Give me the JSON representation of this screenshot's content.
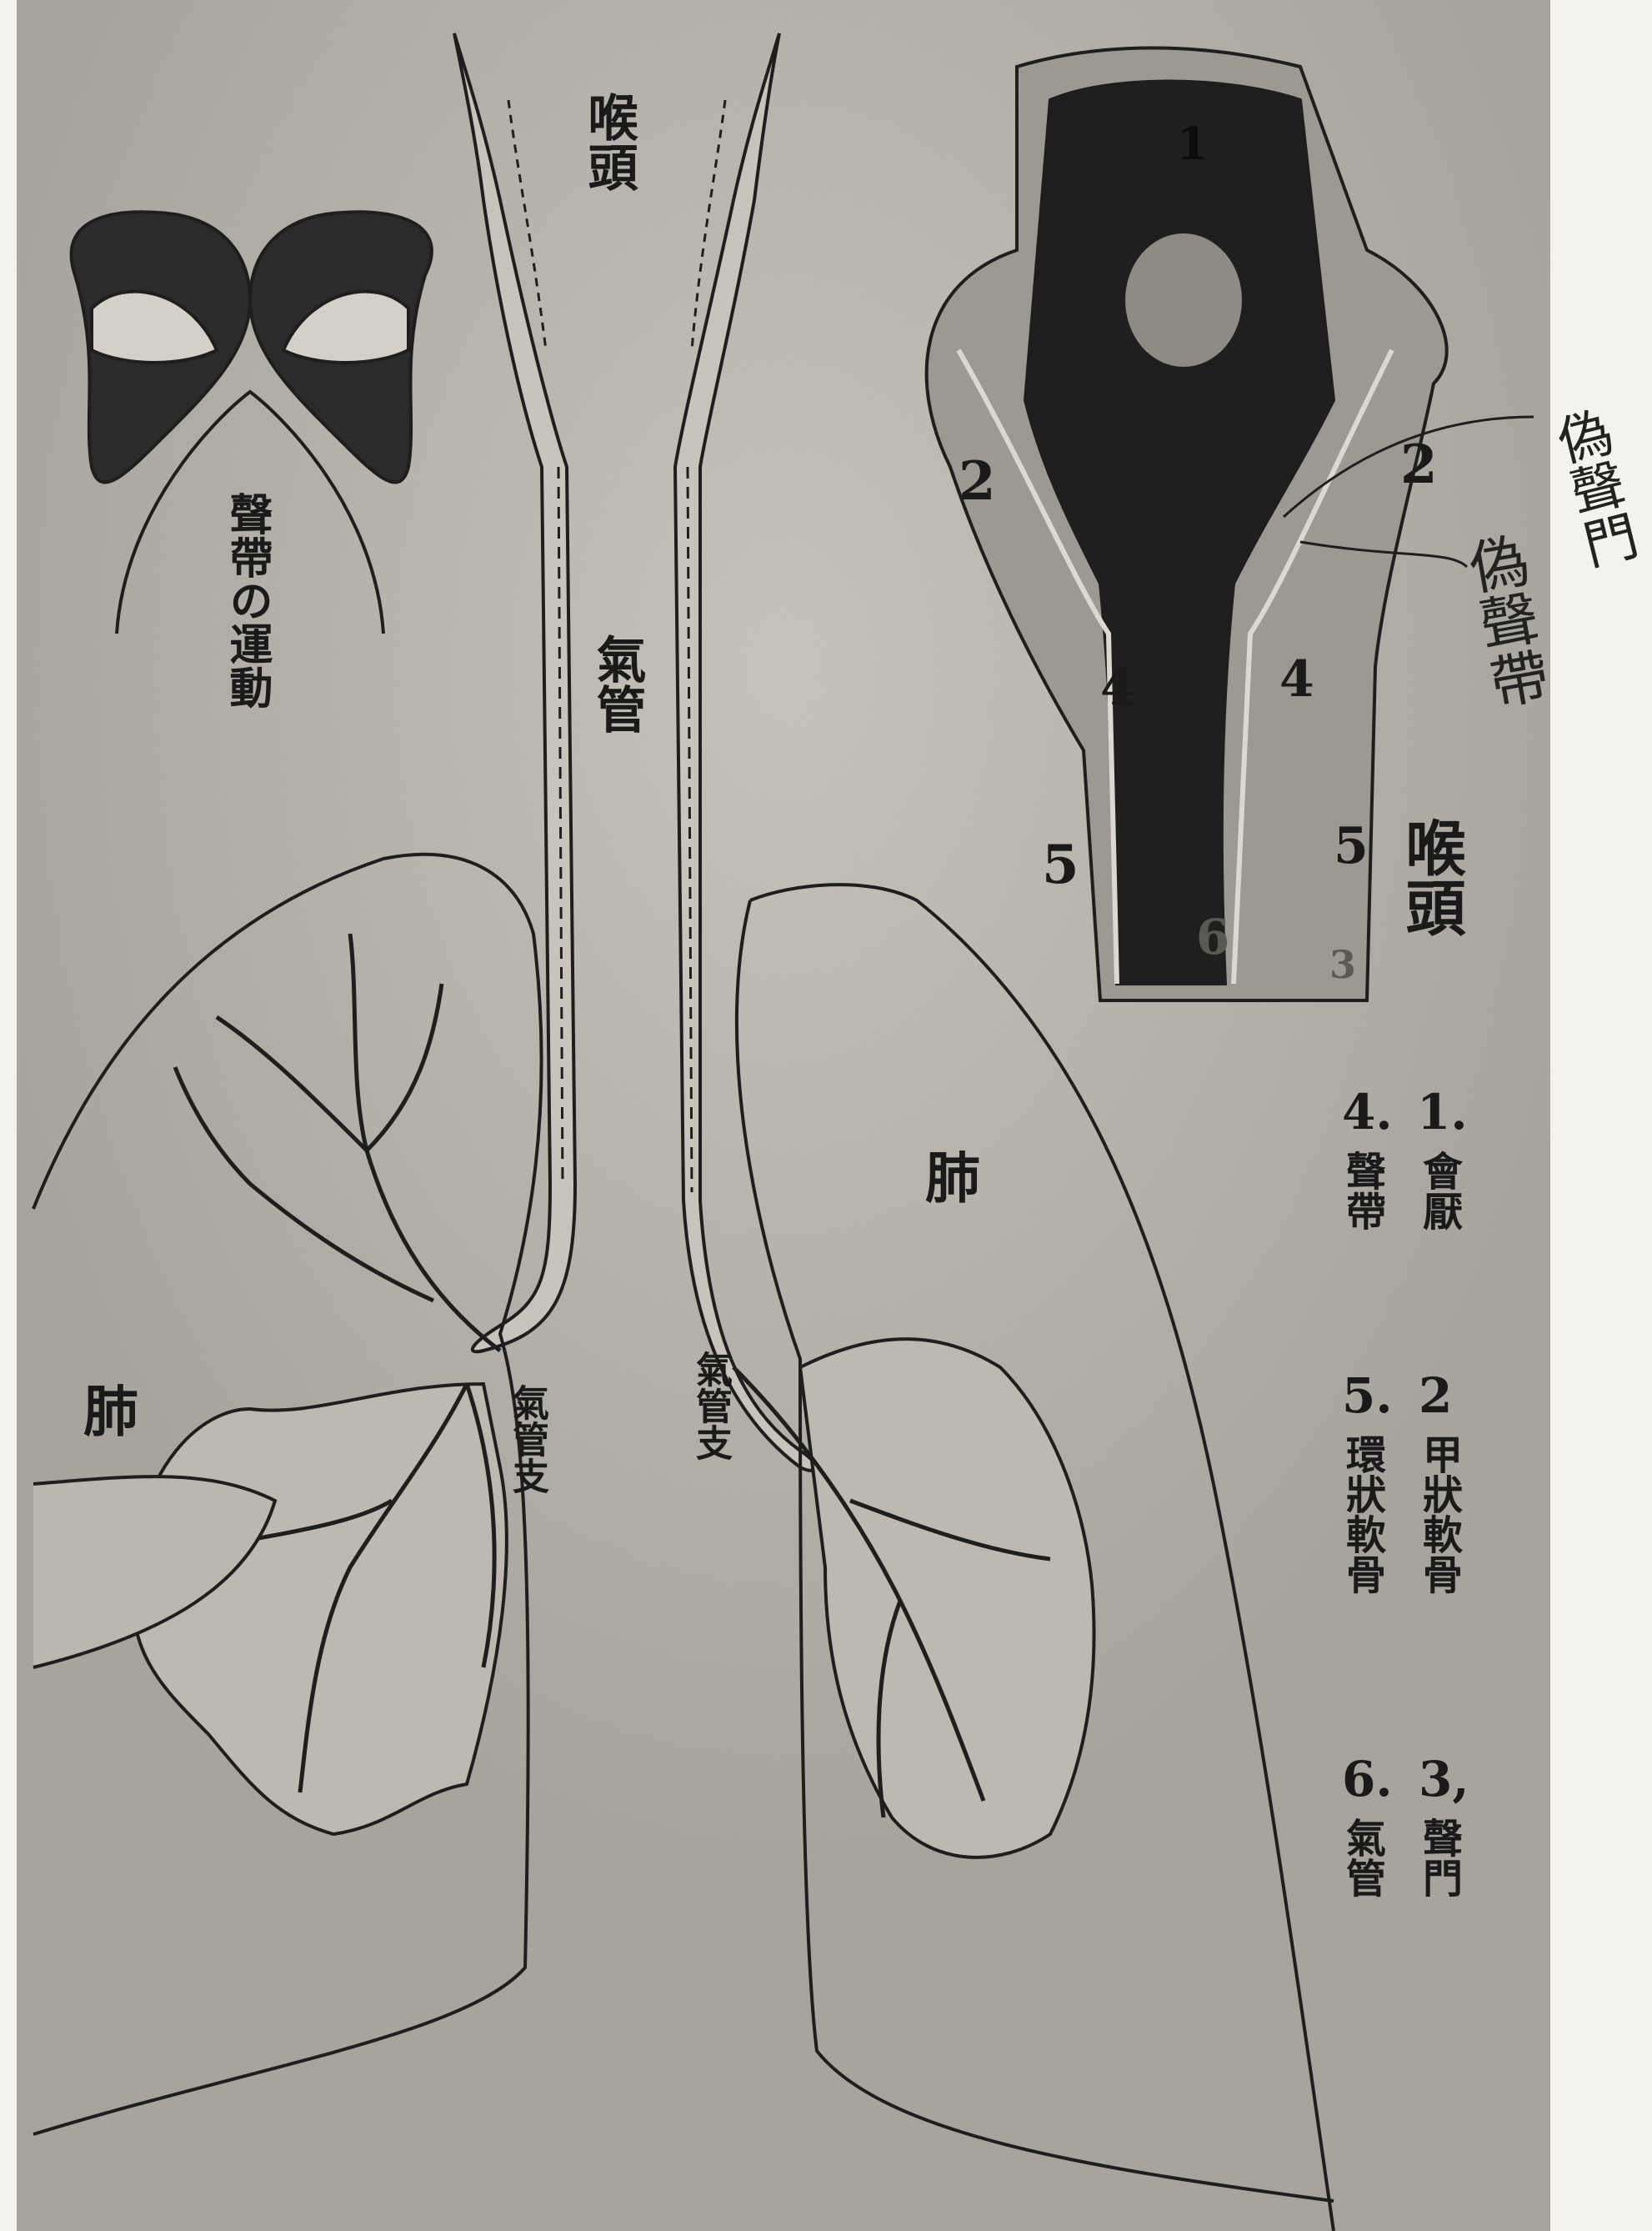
{
  "colors": {
    "paper": "#b9b6ae",
    "ink": "#1e1e1e",
    "dark": "#2a2a2a",
    "margin": "#f4f2ec"
  },
  "labels": {
    "larynx_top": "喉頭",
    "trachea": "氣管",
    "vocal_motion": "聲帶の運動",
    "lung_left": "肺",
    "lung_right": "肺",
    "bronchus_left": "氣管支",
    "bronchus_right": "氣管支",
    "larynx_section": "喉頭"
  },
  "section_numbers": [
    "1",
    "2",
    "2",
    "4",
    "4",
    "5",
    "5",
    "6",
    "3"
  ],
  "legend": [
    {
      "num": "1.",
      "name": "會厭"
    },
    {
      "num": "2",
      "name": "甲狀軟骨"
    },
    {
      "num": "3,",
      "name": "聲門"
    },
    {
      "num": "4.",
      "name": "聲帶"
    },
    {
      "num": "5.",
      "name": "環狀軟骨"
    },
    {
      "num": "6.",
      "name": "氣管"
    }
  ],
  "handwritten": {
    "false_glottis": "偽聲門",
    "false_vocal_cords": "偽聲帶"
  }
}
